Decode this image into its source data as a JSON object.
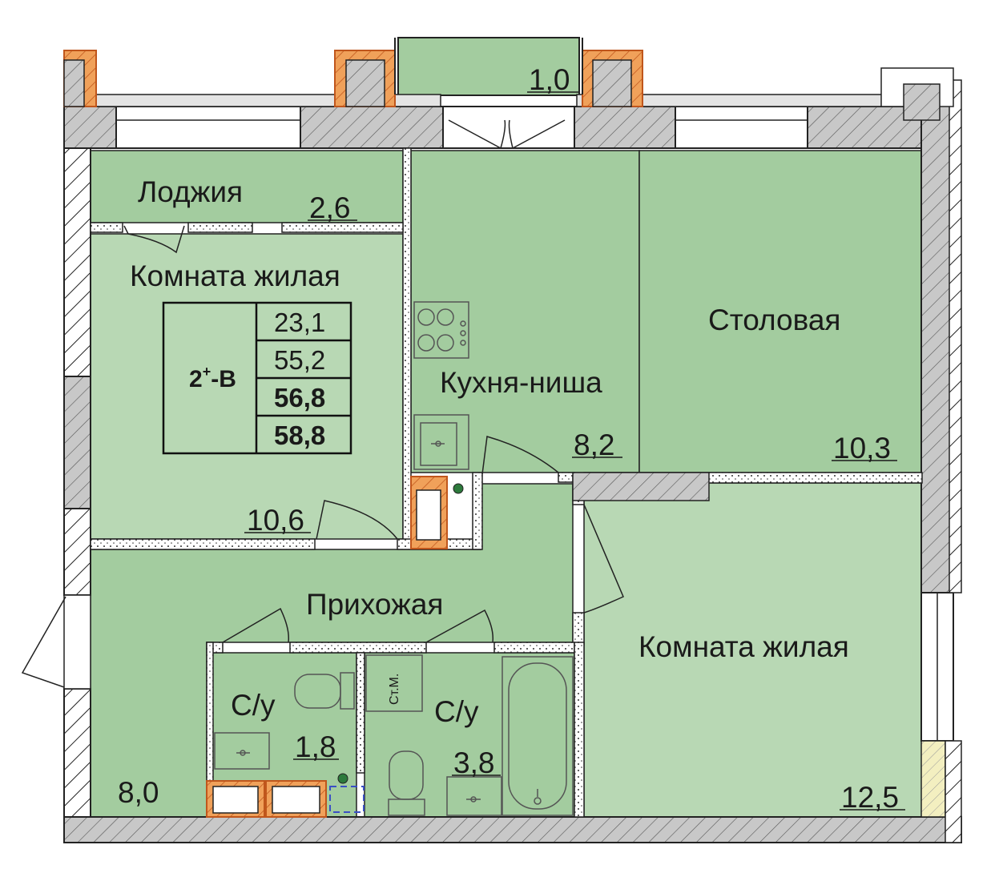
{
  "colors": {
    "room_light": "#b8d8b4",
    "room_mid": "#a3cc9f",
    "room_dark": "#94c38f",
    "wall_hatch_bg": "#c8c8c8",
    "brick_orange": "#f0a15a",
    "brick_stroke": "#c0561c"
  },
  "rooms": {
    "loggia_top": {
      "area": "1,0"
    },
    "loggia": {
      "name": "Лоджия",
      "area": "2,6"
    },
    "living_room_1": {
      "name": "Комната жилая",
      "area": "10,6"
    },
    "kitchen": {
      "name": "Кухня-ниша",
      "area": "8,2"
    },
    "dining": {
      "name": "Столовая",
      "area": "10,3"
    },
    "hall": {
      "name": "Прихожая",
      "area": "8,0"
    },
    "wc_small": {
      "name": "С/у",
      "area": "1,8"
    },
    "wc_big": {
      "name": "С/у",
      "area": "3,8",
      "washer_label": "Ст.М."
    },
    "living_room_2": {
      "name": "Комната жилая",
      "area": "12,5"
    }
  },
  "legend": {
    "type_base": "2",
    "type_sup": "+",
    "type_suffix": "-В",
    "values": [
      "23,1",
      "55,2",
      "56,8",
      "58,8"
    ]
  }
}
